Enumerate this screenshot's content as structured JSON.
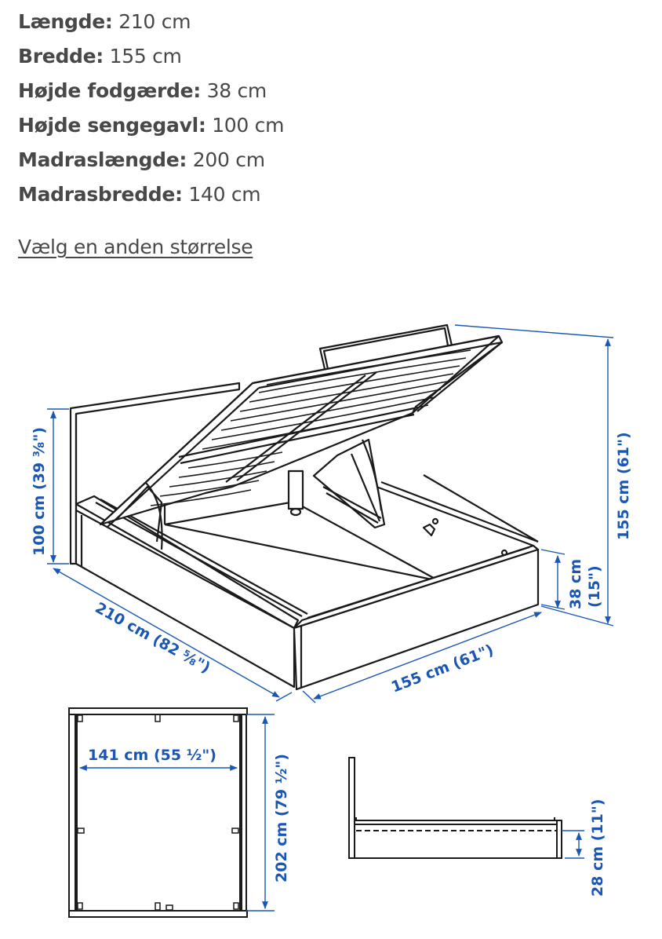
{
  "specs": [
    {
      "label": "Længde:",
      "value": " 210 cm"
    },
    {
      "label": "Bredde:",
      "value": " 155 cm"
    },
    {
      "label": "Højde fodgærde:",
      "value": " 38 cm"
    },
    {
      "label": "Højde sengegavl:",
      "value": " 100 cm"
    },
    {
      "label": "Madraslængde:",
      "value": " 200 cm"
    },
    {
      "label": "Madrasbredde:",
      "value": " 140 cm"
    }
  ],
  "size_link": "Vælg en anden størrelse",
  "drawing": {
    "colors": {
      "dimension": "#1a57b5",
      "line": "#1a1a1a"
    },
    "iso_view": {
      "headboard_height": "100 cm (39 ³⁄₈\")",
      "total_height": "155 cm (61\")",
      "footboard_height": "38 cm",
      "footboard_height_in": "(15\")",
      "length": "210 cm (82 ⁵⁄₈\")",
      "width": "155 cm (61\")"
    },
    "top_view": {
      "inner_width": "141 cm (55 ½\")",
      "inner_length": "202 cm (79 ½\")"
    },
    "side_view": {
      "storage_height": "28 cm (11\")"
    }
  }
}
